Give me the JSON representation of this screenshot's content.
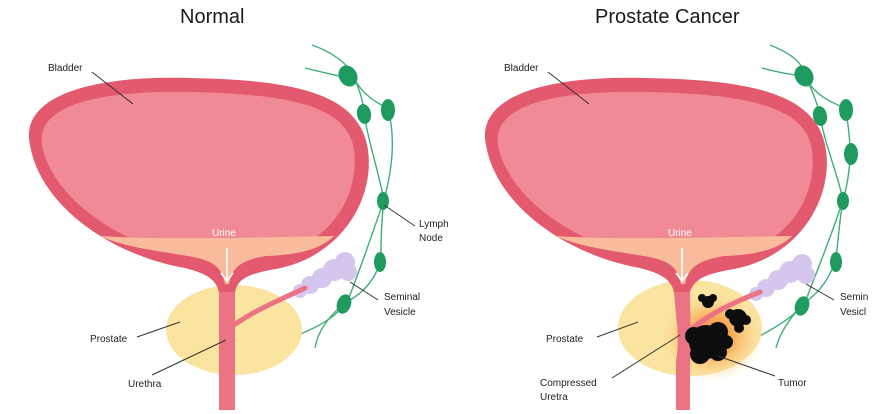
{
  "titles": {
    "normal": "Normal",
    "cancer": "Prostate Cancer"
  },
  "labels": {
    "bladder": "Bladder",
    "urine": "Urine",
    "lymph_node_1": "Lymph",
    "lymph_node_2": "Node",
    "seminal_vesicle_1": "Seminal",
    "seminal_vesicle_2": "Vesicle",
    "prostate": "Prostate",
    "urethra": "Urethra",
    "compressed_1": "Compressed",
    "compressed_2": "Uretra",
    "tumor": "Tumor",
    "seminal_cut_1": "Semin",
    "seminal_cut_2": "Vesicl"
  },
  "colors": {
    "bladder_wall": "#e35a6e",
    "bladder_fill": "#f08a94",
    "urine_fill": "#f8bc9c",
    "prostate": "#fbe3a0",
    "urethra": "#ec7384",
    "lymph": "#1f9b5f",
    "lymph_line": "#3fae78",
    "vesicle": "#d4c6ec",
    "tumor": "#0d0d0d",
    "tumor_glow": "#f7a24a"
  }
}
